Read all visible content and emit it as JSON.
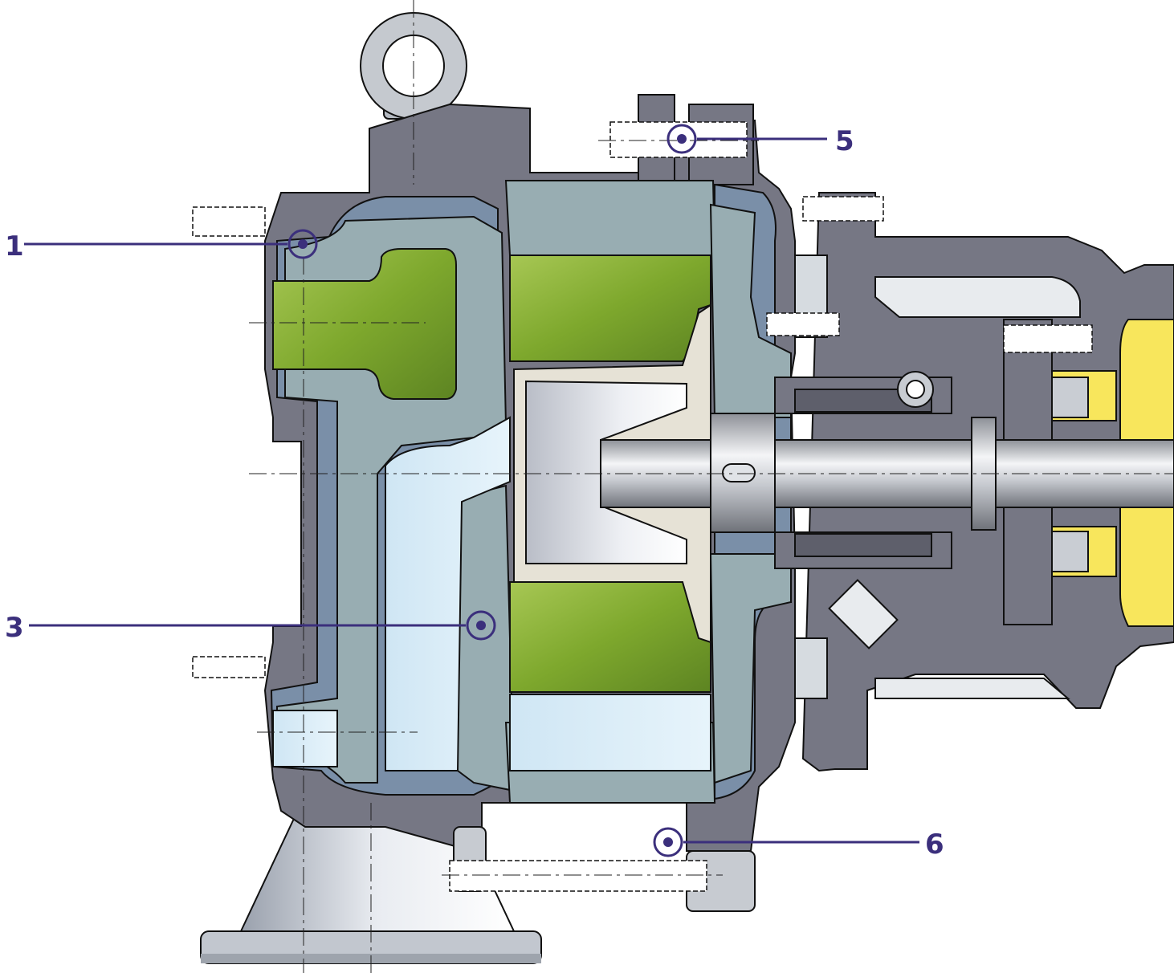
{
  "diagram": {
    "colors": {
      "casing": "#767784",
      "casing_dark": "#5e5f6b",
      "lining": "#7a8fa8",
      "wet_gray": "#98adb2",
      "liquid": "#d4ebf7",
      "rotor": "#86ad35",
      "impeller_hub": "#e6e2d6",
      "steel": "#c8ccd2",
      "steel_light": "#f2f3f5",
      "bearing": "#f8e65c",
      "pedestal": "#c9ced6",
      "outline": "#111111",
      "callout": "#3b2f7c"
    },
    "callouts": [
      {
        "label": "1"
      },
      {
        "label": "3"
      },
      {
        "label": "5"
      },
      {
        "label": "6"
      }
    ]
  }
}
